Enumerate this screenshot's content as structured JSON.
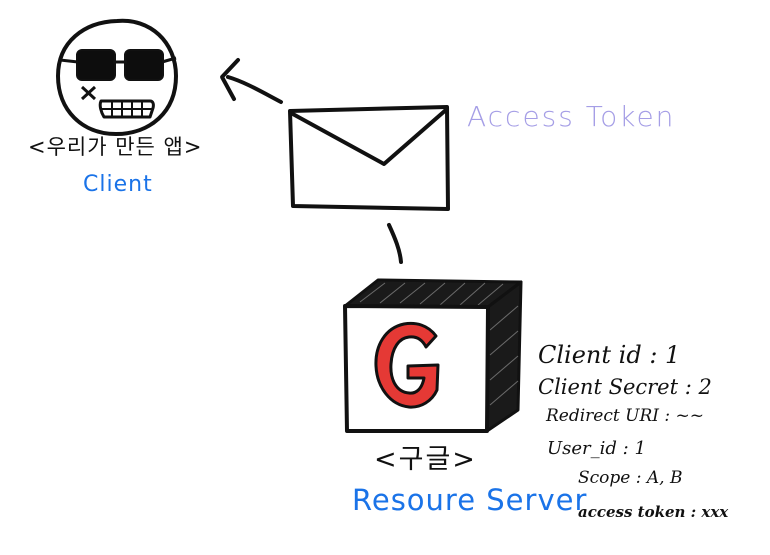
{
  "client": {
    "app_label": "<우리가 만든 앱>",
    "role_label": "Client",
    "role_color": "#1a73e8",
    "icon": "sunglasses-face-icon"
  },
  "token_message": {
    "label": "Access Token",
    "label_color": "#a59ee6",
    "icon": "envelope-icon",
    "arrow_icon": "arrow-up-left-icon"
  },
  "server": {
    "name_label": "<구글>",
    "role_label": "Resoure Server",
    "role_color": "#1a73e8",
    "logo_letter": "G",
    "logo_color": "#e53935",
    "icon": "google-server-box-icon"
  },
  "server_details": {
    "client_id": "Client id : 1",
    "client_secret": "Client Secret : 2",
    "redirect_uri": "Redirect URI : ~~",
    "user_id": "User_id : 1",
    "scope": "Scope : A, B",
    "access_token": "access token : xxx"
  }
}
